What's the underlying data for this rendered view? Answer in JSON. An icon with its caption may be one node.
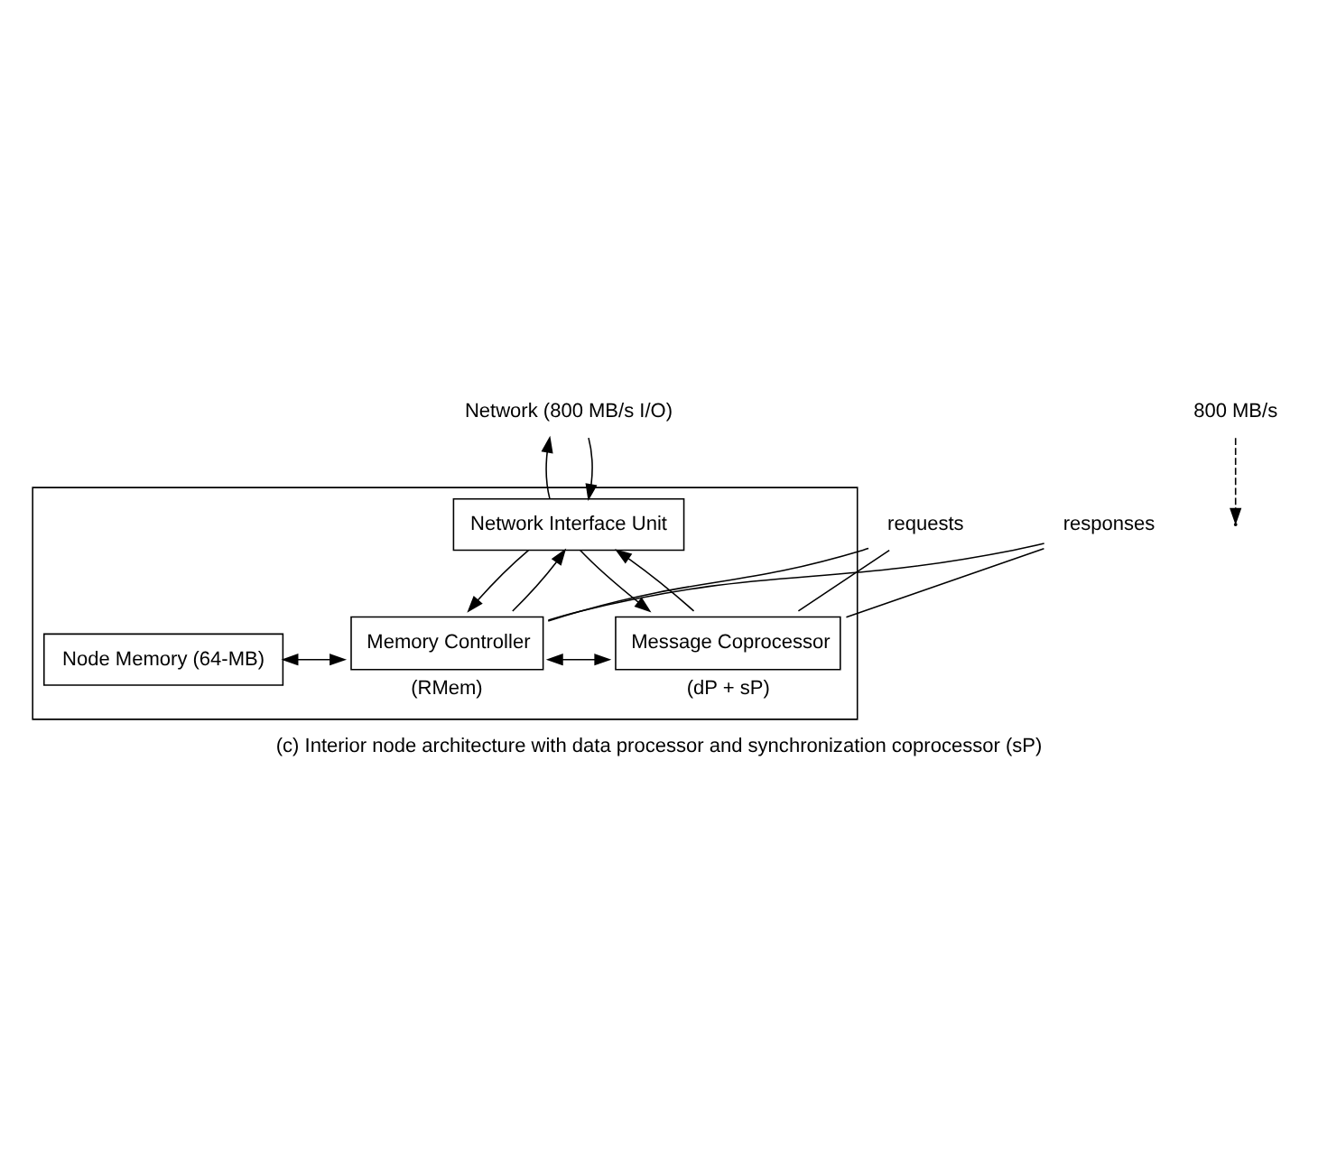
{
  "diagram": {
    "caption": "(c) Interior node architecture with data processor and synchronization coprocessor (sP)",
    "nodes": [
      {
        "text": [
          "Network (800 MB/s I/O)"
        ]
      },
      {
        "text": [],
        "shape": "box"
      },
      {
        "text": [
          "Network Interface Unit"
        ],
        "in": 1
      },
      {
        "text": [
          "requests"
        ]
      },
      {
        "text": [
          "responses"
        ]
      },
      {
        "text": [
          "Node Memory (64-MB)"
        ],
        "in": 1
      },
      {
        "text": [
          "Memory Controller"
        ],
        "in": 1,
        "beside": [
          "(RMem)"
        ]
      },
      {
        "text": [
          "Message Coprocessor"
        ],
        "in": 1,
        "beside": [
          "(dP + sP)"
        ]
      },
      {
        "text": [
          "800 MB/s"
        ]
      }
    ],
    "edges": [
      {
        "from": 0,
        "to": 2,
        "arrow": "to"
      },
      {
        "from": 2,
        "to": 0,
        "arrow": "to"
      },
      {
        "from": 2,
        "to": 6,
        "arrow": "to"
      },
      {
        "from": 6,
        "to": 2,
        "arrow": "to"
      },
      {
        "from": 2,
        "to": 7,
        "arrow": "to"
      },
      {
        "from": 7,
        "to": 2,
        "arrow": "to"
      },
      {
        "from": 3,
        "to": 6,
        "arrow": "none"
      },
      {
        "from": 3,
        "to": 7,
        "arrow": "none"
      },
      {
        "from": 4,
        "to": 6,
        "arrow": "none"
      },
      {
        "from": 4,
        "to": 7,
        "arrow": "none"
      },
      {
        "from": 5,
        "to": 6,
        "arrow": "both"
      },
      {
        "from": 6,
        "to": 7,
        "arrow": "both"
      },
      {
        "from": 8,
        "to": null,
        "arrow": "to",
        "style": "dashed"
      }
    ]
  }
}
